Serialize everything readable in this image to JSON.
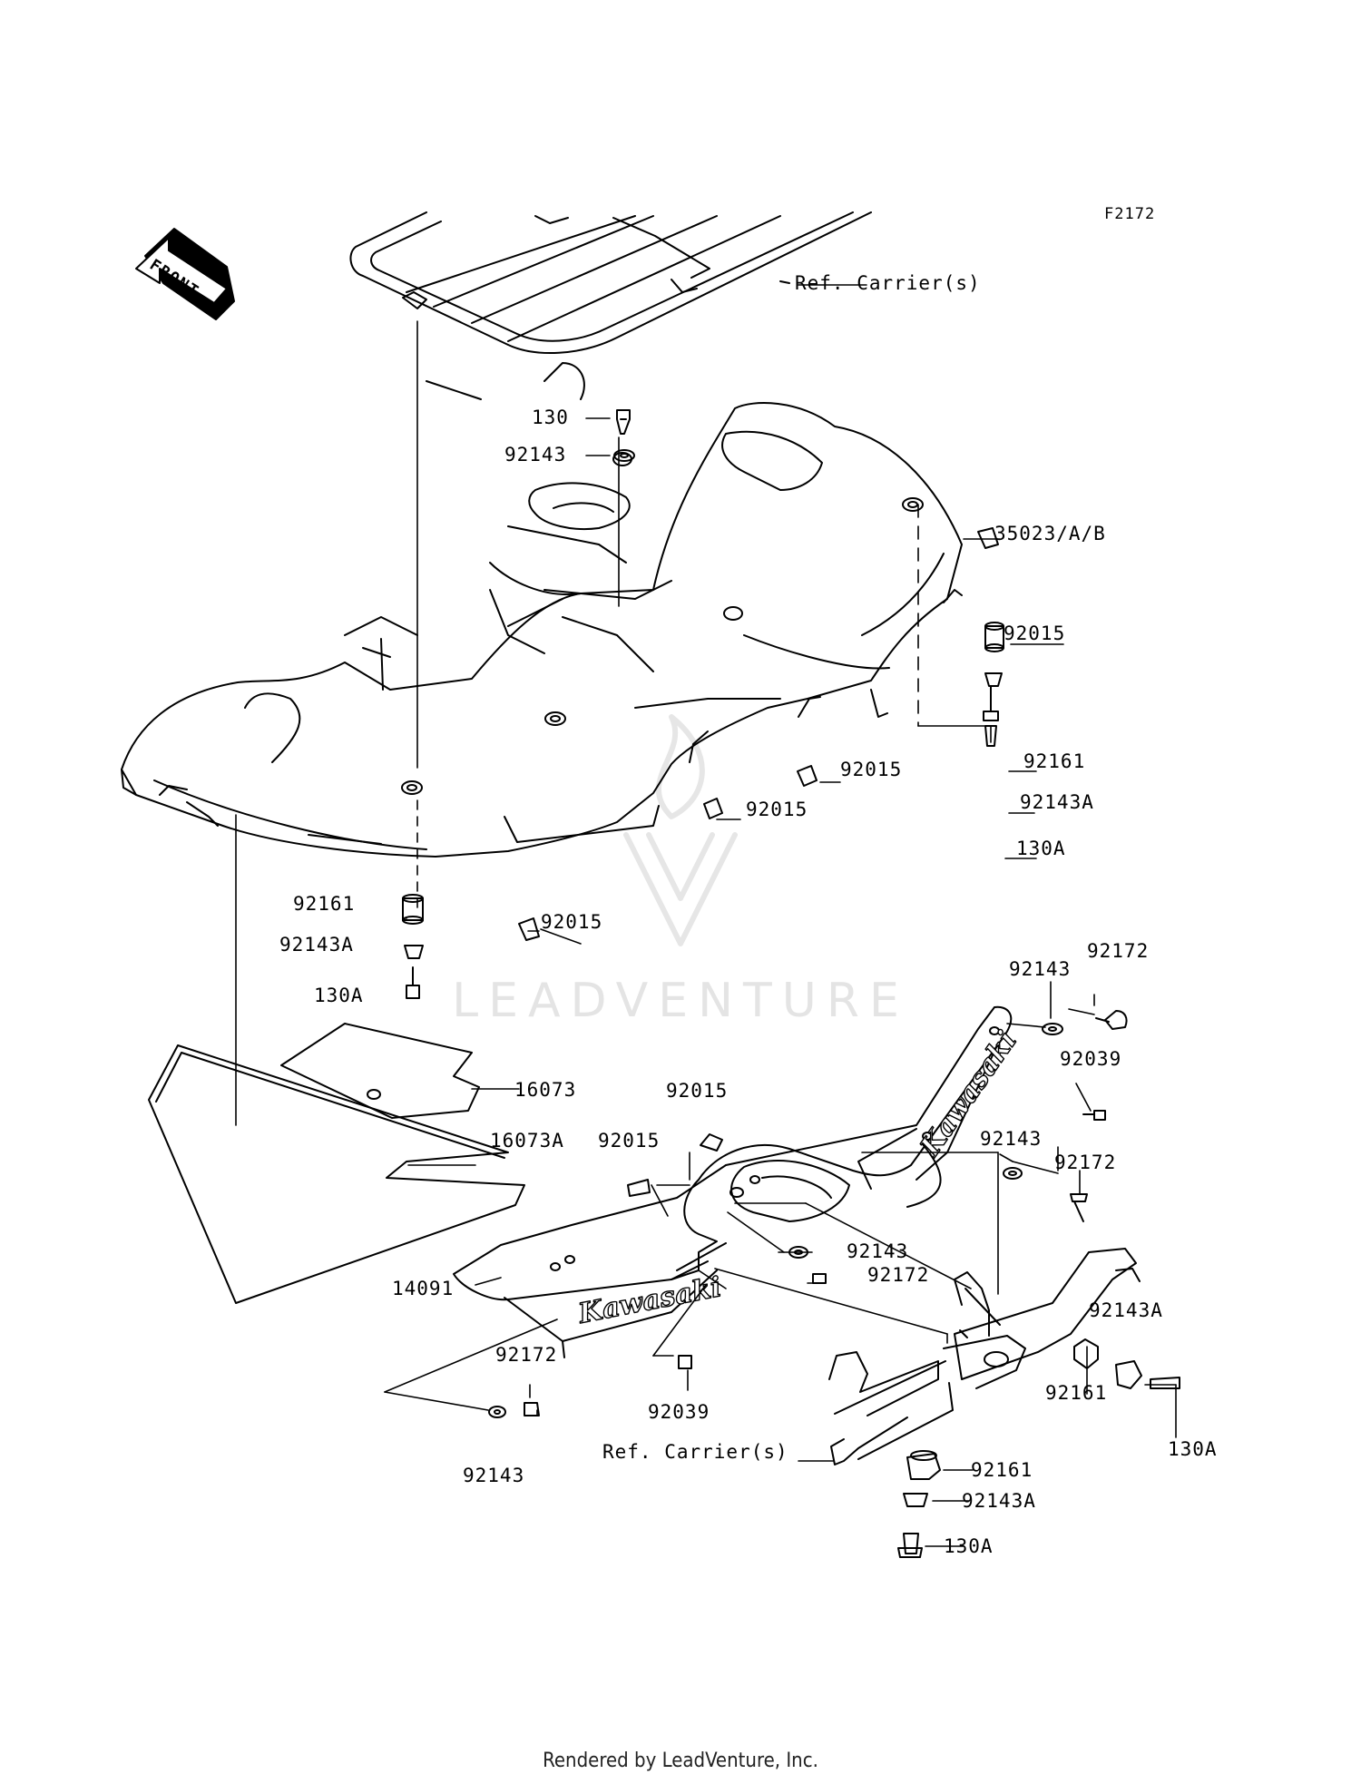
{
  "diagram": {
    "figure_code": "F2172",
    "direction_label": "FRONT",
    "brand_mark": "Kawasaki",
    "watermark": "LEADVENTURE",
    "footer": "Rendered by LeadVenture, Inc.",
    "labels": {
      "ref_carrier_top": "Ref. Carrier(s)",
      "l130_top": "130",
      "l92143_top": "92143",
      "l35023": "35023/A/B",
      "l92015_r1": "92015",
      "l92161_r": "92161",
      "l92015_m": "92015",
      "l92143a_r": "92143A",
      "l92015_l": "92015",
      "l130a_r": "130A",
      "l92161_l": "92161",
      "l92015_b": "92015",
      "l92143a_l": "92143A",
      "l130a_l": "130A",
      "l92143_g1": "92143",
      "l92172_g1": "92172",
      "l92039_r": "92039",
      "l16073": "16073",
      "l92015_p1": "92015",
      "l92015_p2": "92015",
      "l16073a": "16073A",
      "l92143_g2": "92143",
      "l92172_g2": "92172",
      "l92143_g3": "92143",
      "l92172_g3": "92172",
      "l14091": "14091",
      "l92143a_g": "92143A",
      "l92172_g4": "92172",
      "l92161_g": "92161",
      "l130a_g": "130A",
      "l92039_b": "92039",
      "ref_carrier_bot": "Ref. Carrier(s)",
      "l92161_b": "92161",
      "l92143_g4": "92143",
      "l92143a_b": "92143A",
      "l130a_b": "130A"
    }
  }
}
